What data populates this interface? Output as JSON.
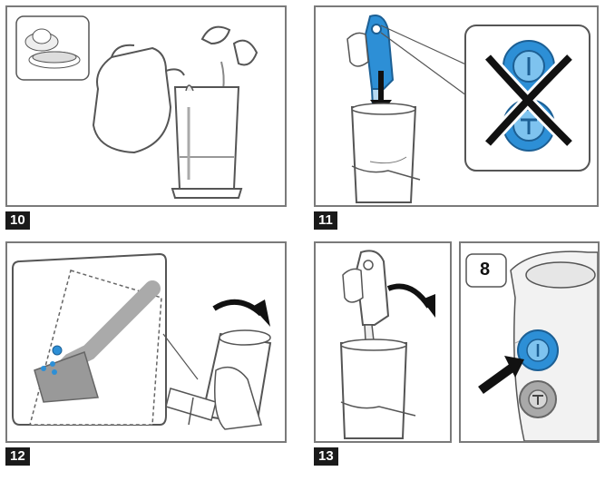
{
  "steps": [
    {
      "number": "10"
    },
    {
      "number": "11"
    },
    {
      "number": "12"
    },
    {
      "number": "13"
    }
  ],
  "inset_speed_label": "8",
  "switch_labels": {
    "speed_symbol": "I",
    "turbo_symbol": "T"
  },
  "colors": {
    "accent_blue": "#2d8fd6",
    "outline": "#7a7a7a",
    "light_blue": "#b6d9f2",
    "grey_switch": "#a9a9a9"
  }
}
